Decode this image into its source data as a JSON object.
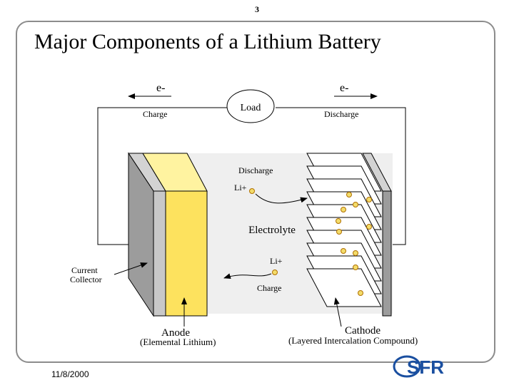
{
  "page_number": "3",
  "title": "Major Components of a Lithium Battery",
  "date": "11/8/2000",
  "logo": "SFR",
  "circuit": {
    "load": "Load",
    "electron_left": "e-",
    "electron_right": "e-",
    "charge": "Charge",
    "discharge": "Discharge"
  },
  "cell": {
    "electrolyte": "Electrolyte",
    "discharge": "Discharge",
    "charge": "Charge",
    "ion_discharge": "Li+",
    "ion_charge": "Li+",
    "current_collector_line1": "Current",
    "current_collector_line2": "Collector",
    "anode": "Anode",
    "anode_desc": "(Elemental Lithium)",
    "cathode": "Cathode",
    "cathode_desc": "(Layered Intercalation Compound)"
  },
  "colors": {
    "anode": "#fde25e",
    "collector": "#b0b0b0",
    "electrolyte": "#efefef",
    "ion": "#f3dc6a",
    "frame": "#8c8c8c",
    "logo": "#1a4fa0"
  }
}
